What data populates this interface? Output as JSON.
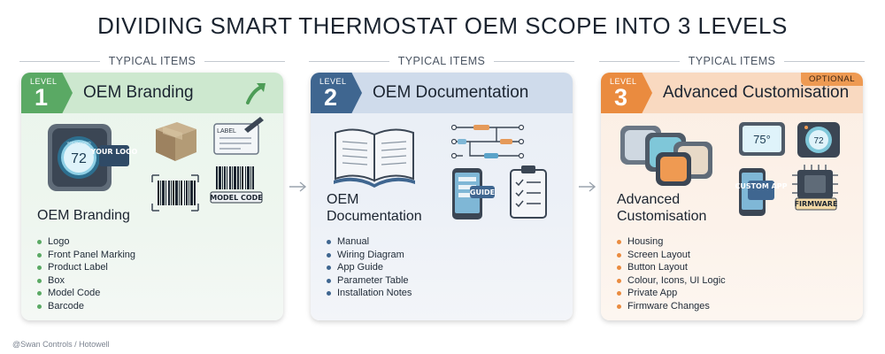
{
  "title": "DIVIDING SMART THERMOSTAT OEM SCOPE INTO 3 LEVELS",
  "typical_items_label": "TYPICAL ITEMS",
  "level_word": "LEVEL",
  "colors": {
    "level1": "#5aa964",
    "level2": "#3f6690",
    "level3": "#ea8b3f"
  },
  "levels": [
    {
      "number": "1",
      "header": "OEM Branding",
      "section_title": "OEM Branding",
      "illustration": {
        "thermostat_value": "72",
        "thermostat_small_text": "YOUR LOGO",
        "logo_tag": "YOUR LOGO",
        "label_tag": "LABEL",
        "model_code_tag": "MODEL CODE",
        "icons": [
          "thermostat-icon",
          "box-icon",
          "label-icon",
          "barcode-icon",
          "model-code-barcode-icon",
          "trend-arrow-icon"
        ]
      },
      "items": [
        "Logo",
        "Front Panel Marking",
        "Product Label",
        "Box",
        "Model Code",
        "Barcode"
      ]
    },
    {
      "number": "2",
      "header": "OEM Documentation",
      "section_title": "OEM Documentation",
      "illustration": {
        "guide_tag": "GUIDE",
        "icons": [
          "manual-book-icon",
          "wiring-diagram-icon",
          "phone-guide-icon",
          "clipboard-checklist-icon"
        ]
      },
      "items": [
        "Manual",
        "Wiring Diagram",
        "App Guide",
        "Parameter Table",
        "Installation Notes"
      ]
    },
    {
      "number": "3",
      "header": "Advanced Customisation",
      "optional_badge": "OPTIONAL",
      "section_title": "Advanced Customisation",
      "illustration": {
        "display_1": "75°",
        "display_2": "72",
        "custom_app_tag": "CUSTOM APP",
        "firmware_tag": "FIRMWARE",
        "icons": [
          "housing-variants-icon",
          "thermostat-screen-icon",
          "thermostat-dial-icon",
          "custom-app-phone-icon",
          "firmware-chip-icon"
        ]
      },
      "items": [
        "Housing",
        "Screen Layout",
        "Button Layout",
        "Colour, Icons, UI Logic",
        "Private App",
        "Firmware Changes"
      ]
    }
  ],
  "credit": "@Swan Controls / Hotowell"
}
